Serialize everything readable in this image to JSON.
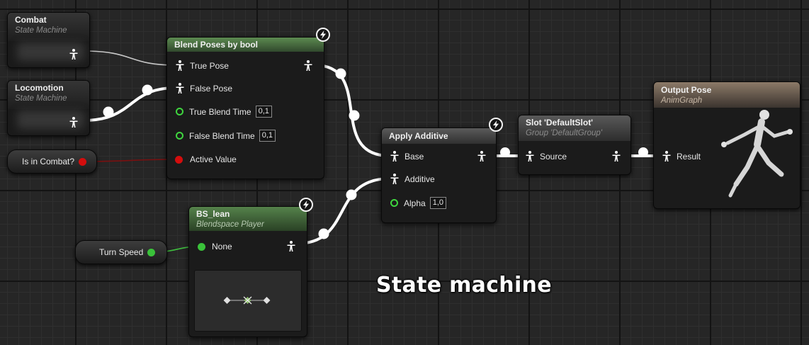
{
  "nodes": {
    "combat": {
      "title": "Combat",
      "subtitle": "State Machine"
    },
    "locomotion": {
      "title": "Locomotion",
      "subtitle": "State Machine"
    },
    "is_in_combat": {
      "label": "Is in Combat?"
    },
    "turn_speed": {
      "label": "Turn Speed"
    },
    "blend_poses": {
      "title": "Blend Poses by bool",
      "pins": {
        "true_pose": "True Pose",
        "false_pose": "False Pose",
        "true_blend_time": "True Blend Time",
        "true_blend_time_value": "0,1",
        "false_blend_time": "False Blend Time",
        "false_blend_time_value": "0,1",
        "active_value": "Active Value"
      }
    },
    "bs_lean": {
      "title": "BS_lean",
      "subtitle": "Blendspace Player",
      "pins": {
        "none": "None"
      }
    },
    "apply_additive": {
      "title": "Apply Additive",
      "pins": {
        "base": "Base",
        "additive": "Additive",
        "alpha": "Alpha",
        "alpha_value": "1,0"
      }
    },
    "slot": {
      "title": "Slot 'DefaultSlot'",
      "subtitle": "Group 'DefaultGroup'",
      "pins": {
        "source": "Source"
      }
    },
    "output_pose": {
      "title": "Output Pose",
      "subtitle": "AnimGraph",
      "pins": {
        "result": "Result"
      }
    }
  },
  "overlay_caption": "State machine",
  "colors": {
    "pose_wire": "#ffffff",
    "bool_wire": "#8a0e0e",
    "float_wire": "#45c745",
    "grid_major": "#131313",
    "grid_minor": "#2f2f2f",
    "header_green": "#4b7a42",
    "header_gray": "#505050",
    "header_brown": "#7a6858"
  },
  "icons": [
    "pose-pin-icon",
    "float-pin-icon",
    "bool-pin-icon",
    "lightning-icon",
    "mannequin-running-icon"
  ]
}
